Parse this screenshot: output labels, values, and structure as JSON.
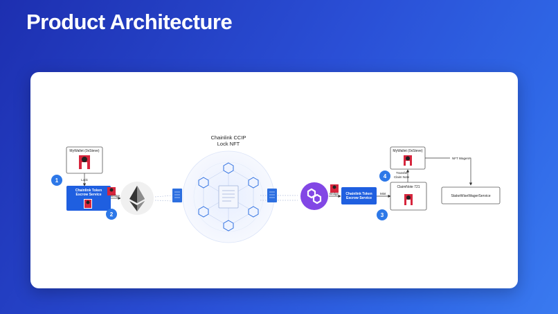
{
  "slide": {
    "title": "Product Architecture"
  },
  "ccip": {
    "title_line1": "Chainlink CCIP",
    "title_line2": "Lock NFT"
  },
  "left": {
    "wallet_label": "MyWallet (0xSteve)",
    "lock_label": "Lock",
    "escrow_line1": "Chainlink Token",
    "escrow_line2": "Escrow Service",
    "bridge_label": "Bridge",
    "step_a": "1",
    "step_b": "2"
  },
  "right": {
    "bridge_label": "Bridge",
    "escrow_line1": "Chainlink Token",
    "escrow_line2": "Escrow Service",
    "mint_label": "Mint",
    "wallet_label": "MyWallet (0xSteve)",
    "transfer_line1": "Transfer",
    "transfer_line2": "Claim Note",
    "claimnote_label": "ClaimNote 721",
    "wagers_label": "NFT Wagers",
    "service_label": "StakeWiseWagerService",
    "step_c": "3",
    "step_d": "4"
  },
  "colors": {
    "escrow_blue": "#1f5fe0",
    "step_blue": "#2d78e8",
    "polygon_purple": "#8247e5",
    "nft_red": "#d7263d"
  }
}
